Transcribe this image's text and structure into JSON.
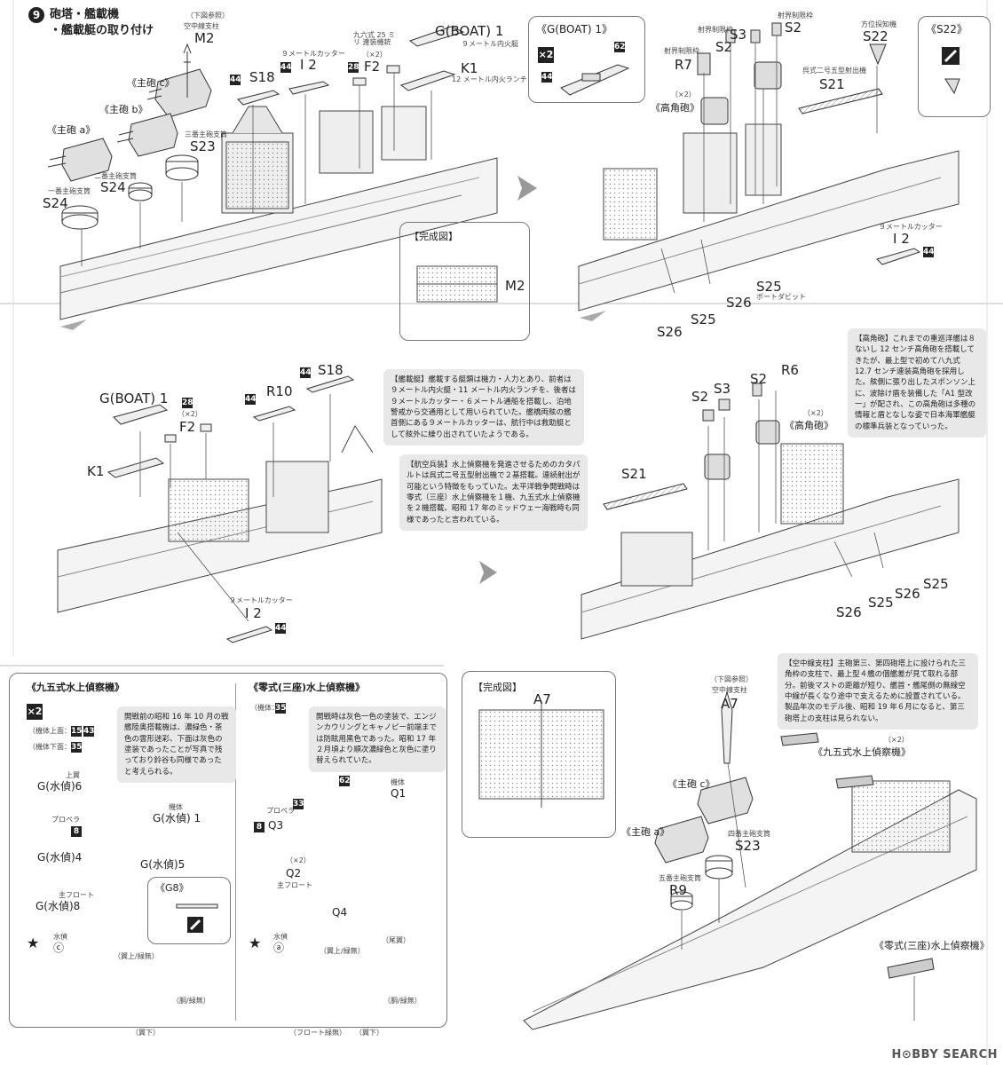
{
  "step": {
    "number": "9",
    "title_line1": "砲塔・艦載機",
    "title_line2": "・艦載艇の取り付け"
  },
  "panel1": {
    "m2_ref": "（下図参照）",
    "m2_sub": "空中線支柱",
    "m2": "M2",
    "main_c": "《主砲 c》",
    "main_b": "《主砲 b》",
    "main_a": "《主砲 a》",
    "s18": "S18",
    "i2": "I 2",
    "i2_sub": "９メートルカッター",
    "f2_sub": "九六式 25 ミリ 連装機銃",
    "f2_mult": "（×2）",
    "f2": "F2",
    "g_boat": "G(BOAT) 1",
    "g_boat_sub": "９メートル内火艇",
    "k1": "K1",
    "k1_sub": "12 メートル内火ランチ",
    "s23_sub": "三番主砲支筒",
    "s23": "S23",
    "s24a_sub": "二番主砲支筒",
    "s24a": "S24",
    "s24b_sub": "一番主砲支筒",
    "s24b": "S24",
    "nums": [
      "44",
      "44",
      "28"
    ]
  },
  "inset_gboat": {
    "title": "《G(BOAT) 1》",
    "mult": "×2",
    "nums": [
      "62",
      "44"
    ]
  },
  "panel2": {
    "s3": "S3",
    "s2a": "S2",
    "s2b": "S2",
    "r7": "R7",
    "s22": "S22",
    "s21": "S21",
    "s3_sub": "射界制限枠",
    "s2b_sub": "射界制限枠",
    "r7_sub": "射界制限枠",
    "s22_sub": "方位探知機",
    "s21_sub": "呉式二号五型射出機",
    "mult": "（×2）",
    "ha": "《高角砲》",
    "i2": "I 2",
    "i2_sub": "９メートルカッター",
    "i2_num": "44",
    "s25a": "S25",
    "s25_sub": "ボートダビット",
    "s26a": "S26",
    "s25b": "S25",
    "s26b": "S26"
  },
  "inset_s22": {
    "title": "《S22》"
  },
  "complete1": {
    "title": "【完成図】",
    "label": "M2"
  },
  "note_ha": {
    "text": "【高角砲】これまでの重巡洋艦は８ないし 12 センチ高角砲を搭載してきたが、最上型で初めて八九式 12.7 センチ連装高角砲を採用した。舷側に張り出したスポンソン上に、波除け盾を装備した「A1 型改一」が配され、この高角砲は多種の情報と盾となしな姿で日本海軍艦艇の標準兵装となっていった。"
  },
  "panel3": {
    "g_boat": "G(BOAT) 1",
    "mult": "（×2）",
    "f2": "F2",
    "r10": "R10",
    "s18": "S18",
    "k1": "K1",
    "i2": "I 2",
    "i2_sub": "９メートルカッター",
    "nums": [
      "28",
      "44",
      "44",
      "44"
    ]
  },
  "note_boat": {
    "text": "【艦載艇】艦載する艇類は機力・人力とあり、前者は９メートル内火艇・11 メートル内火ランチを、後者は９メートルカッター・６メートル通船を搭載し、泊地警戒から交通用として用いられていた。艦橋両舷の艦首側にある９メートルカッターは、航行中は救助艇として舷外に繰り出されていたようである。"
  },
  "note_air": {
    "text": "【航空兵装】水上偵察機を発進させるためのカタパルトは呉式二号五型射出機で２基搭載。連続射出が可能という特徴をもっていた。太平洋戦争開戦時は零式（三座）水上偵察機を１機、九五式水上偵察機を２機搭載、昭和 17 年のミッドウェー海戦時も同様であったと言われている。"
  },
  "panel4": {
    "s2a": "S2",
    "s3": "S3",
    "s2b": "S2",
    "r6": "R6",
    "mult": "（×2）",
    "ha": "《高角砲》",
    "s21": "S21",
    "s26a": "S26",
    "s25a": "S25",
    "s26b": "S26",
    "s25b": "S25"
  },
  "plane95": {
    "title": "《九五式水上偵察機》",
    "mult": "×2",
    "body_top": "（機体上面：",
    "body_top_nums": [
      "15",
      "43"
    ],
    "body_bottom": "（機体下面：",
    "body_bottom_nums": [
      "35"
    ],
    "note": "開戦前の昭和 16 年 10 月の戦艦陸奥搭載機は、濃緑色・茶色の雲形迷彩、下面は灰色の塗装であったことが写真で残っており鈴谷も同様であったと考えられる。",
    "upper_wing_sub": "上翼",
    "g6": "G(水偵)6",
    "fuselage_sub": "機体",
    "g1": "G(水偵) 1",
    "prop_sub": "プロペラ",
    "prop_num": "8",
    "g4": "G(水偵)4",
    "g5": "G(水偵)5",
    "float_sub": "主フロート",
    "g8": "G(水偵)8",
    "g8_inset": "《G8》",
    "decal_sub": "水偵",
    "decal": "ⓒ",
    "wing_top": "（翼上/緑無）",
    "body": "（胴/緑無）",
    "wing_bottom": "（翼下）"
  },
  "plane0": {
    "title": "《零式(三座)水上偵察機》",
    "body": "（機体：",
    "body_nums": [
      "35"
    ],
    "note": "開戦時は灰色一色の塗装で、エンジンカウリングとキャノピー前端までは防眩用黒色であった。昭和 17 年２月頃より順次濃緑色と灰色に塗り替えられていた。",
    "q1_sub": "機体",
    "q1": "Q1",
    "num62": "62",
    "num33": "33",
    "prop_sub": "プロペラ",
    "prop_num": "8",
    "q3": "Q3",
    "mult": "（×2）",
    "q2": "Q2",
    "q2_sub": "主フロート",
    "q4": "Q4",
    "decal_sub": "水偵",
    "decal": "ⓐ",
    "tail": "（尾翼）",
    "wing_top": "（翼上/緑無）",
    "body_lbl": "（胴/緑無）",
    "float_lbl": "（フロート緑無）",
    "wing_bottom": "（翼下）"
  },
  "complete2": {
    "title": "【完成図】",
    "label": "A7"
  },
  "note_mast": {
    "text": "【空中線支柱】主砲第三、第四砲塔上に設けられた三角枠の支柱で、最上型４艦の個艦差が見て取れる部分。前後マストの距離が短り、艦首・艦尾側の無線空中線が長くなり途中で支えるために設置されている。製品年次のモデル後、昭和 19 年６月になると、第三砲塔上の支柱は見られない。"
  },
  "panel5": {
    "a7_ref": "（下図参照）",
    "a7_sub": "空中線支柱",
    "a7": "A7",
    "mult": "（×2）",
    "plane95": "《九五式水上偵察機》",
    "main_c": "《主砲 c》",
    "main_a": "《主砲 a》",
    "s23_sub": "四番主砲支筒",
    "s23": "S23",
    "r9_sub": "五番主砲支筒",
    "r9": "R9",
    "plane0": "《零式(三座)水上偵察機》"
  },
  "watermark": "H⊙BBY SEARCH"
}
